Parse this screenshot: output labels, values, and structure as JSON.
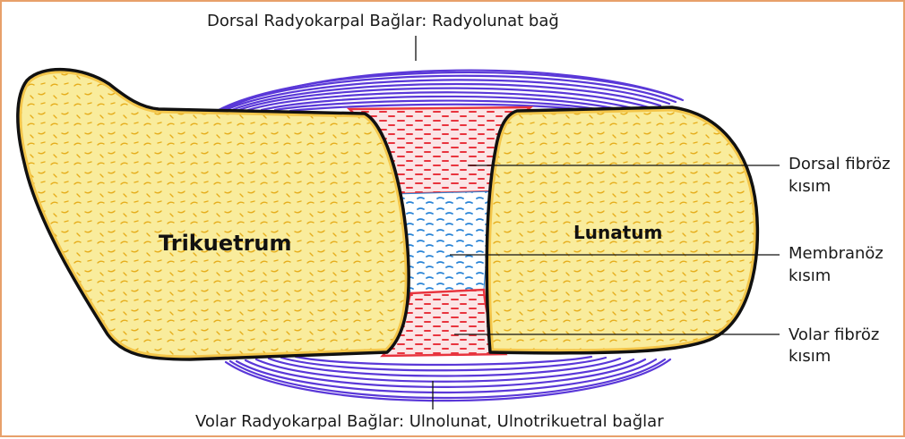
{
  "labels": {
    "dorsal_top": "Dorsal Radyokarpal Bağlar: Radyolunat bağ",
    "volar_bottom": "Volar Radyokarpal Bağlar: Ulnolunat, Ulnotrikuetral bağlar",
    "trikuetrum": "Trikuetrum",
    "lunatum": "Lunatum",
    "dorsal_fibroz_1": "Dorsal fibröz",
    "dorsal_fibroz_2": "kısım",
    "membranoz_1": "Membranöz",
    "membranoz_2": "kısım",
    "volar_fibroz_1": "Volar fibröz",
    "volar_fibroz_2": "kısım"
  },
  "colors": {
    "bone_fill": "#f9ec9c",
    "bone_outline": "#111111",
    "bone_rim": "#f4c64a",
    "fibrous": "#e8343e",
    "membranous": "#2a84d6",
    "ligament": "#5a38d8",
    "frame_border": "#e8a06a"
  }
}
